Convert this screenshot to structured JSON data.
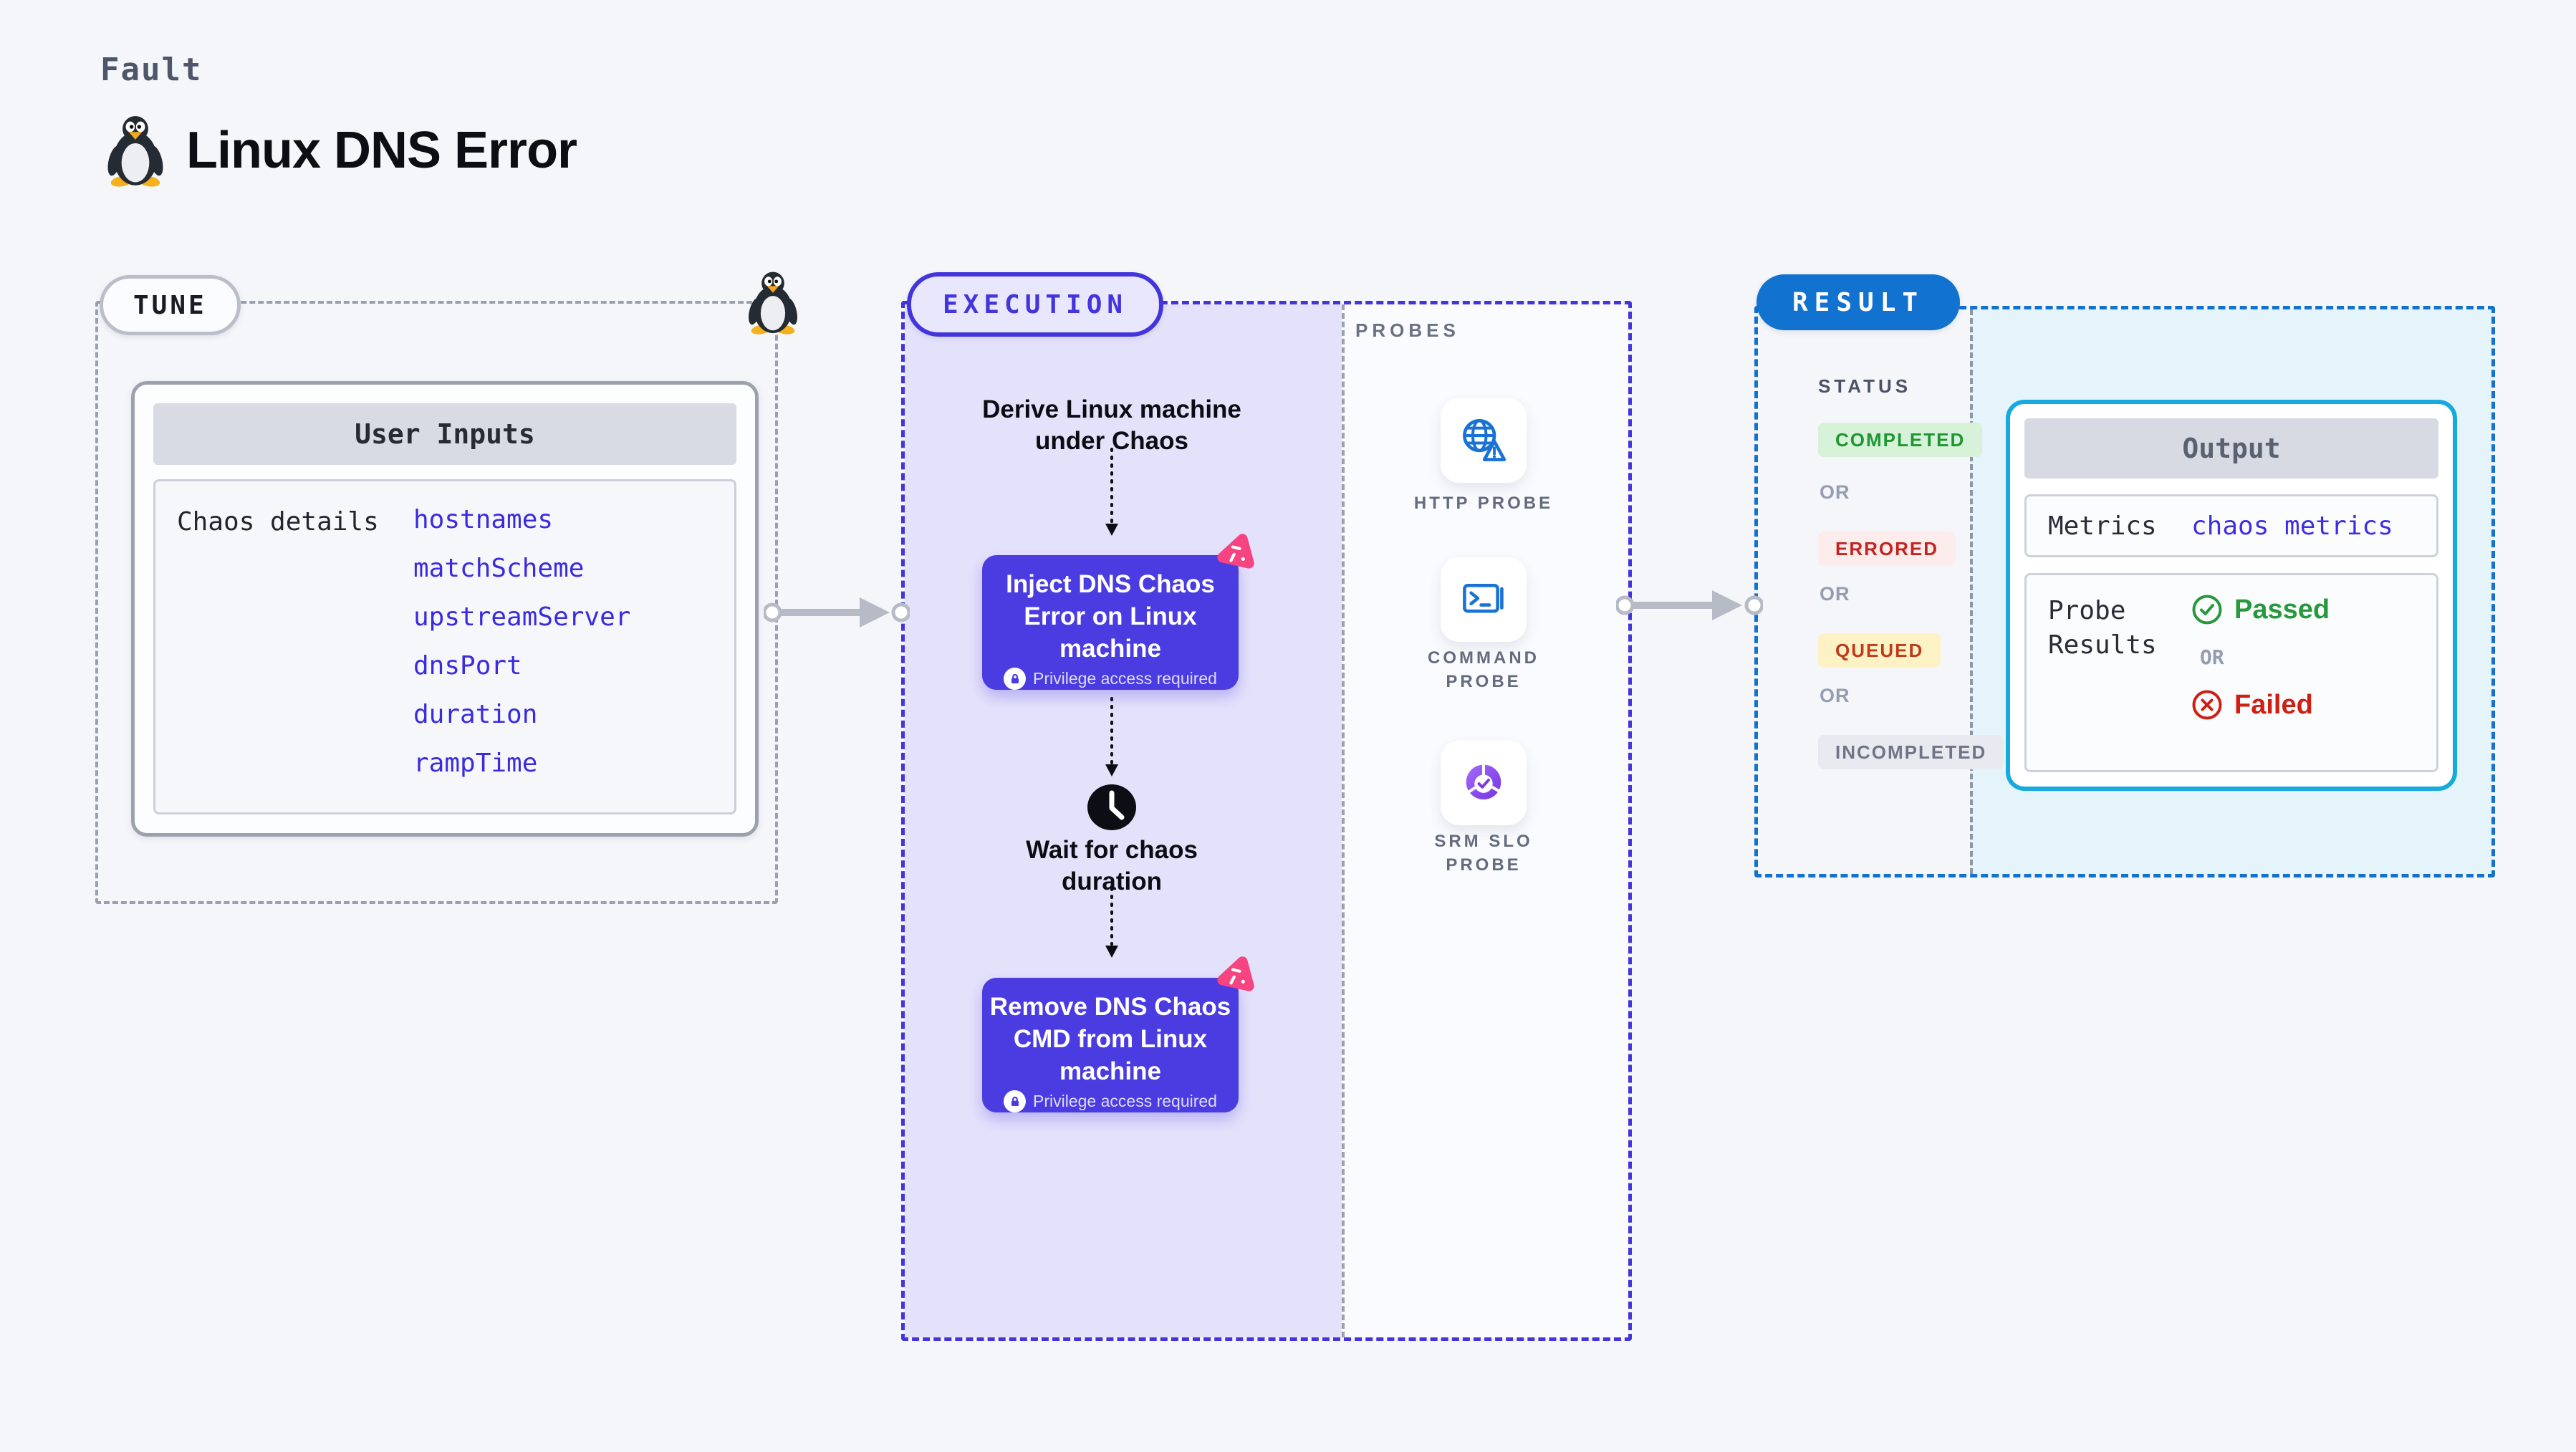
{
  "header": {
    "kicker": "Fault",
    "title": "Linux DNS Error",
    "title_icon": "tux-penguin-icon"
  },
  "tune": {
    "badge": "TUNE",
    "corner_icon": "tux-penguin-icon",
    "user_inputs": {
      "header": "User Inputs",
      "row_label": "Chaos details",
      "values": [
        "hostnames",
        "matchScheme",
        "upstreamServer",
        "dnsPort",
        "duration",
        "rampTime"
      ]
    }
  },
  "execution": {
    "badge": "EXECUTION",
    "steps": {
      "derive": "Derive Linux machine\nunder Chaos",
      "inject": "Inject DNS Chaos\nError on Linux\nmachine",
      "wait": "Wait for chaos\nduration",
      "remove": "Remove DNS Chaos\nCMD from Linux\nmachine"
    },
    "privilege_note": "Privilege access required",
    "wait_icon": "clock-icon",
    "node_corner_icon": "chaos-fault-icon",
    "node_badge_icon": "lock-icon"
  },
  "probes": {
    "heading": "PROBES",
    "items": [
      {
        "label": "HTTP PROBE",
        "icon": "globe-alert-icon"
      },
      {
        "label": "COMMAND\nPROBE",
        "icon": "terminal-icon"
      },
      {
        "label": "SRM SLO\nPROBE",
        "icon": "slo-donut-icon"
      }
    ]
  },
  "result": {
    "badge": "RESULT",
    "status_heading": "STATUS",
    "or_label": "OR",
    "statuses": [
      {
        "label": "COMPLETED",
        "type": "success"
      },
      {
        "label": "ERRORED",
        "type": "error"
      },
      {
        "label": "QUEUED",
        "type": "warning"
      },
      {
        "label": "INCOMPLETED",
        "type": "neutral"
      }
    ],
    "output": {
      "header": "Output",
      "metrics_label": "Metrics",
      "metrics_value": "chaos metrics",
      "probe_results_label": "Probe\nResults",
      "passed": "Passed",
      "or_label": "OR",
      "failed": "Failed",
      "passed_icon": "check-circle-icon",
      "failed_icon": "x-circle-icon"
    }
  },
  "colors": {
    "page_bg": "#f5f6fa",
    "execution_indigo": "#4434dc",
    "execution_bg": "#e4e2fb",
    "node_purple": "#4b3ce1",
    "chaos_pink": "#f5447f",
    "probe_blue": "#1a73d4",
    "slo_purple": "#7a3be4",
    "result_blue": "#1173cf",
    "output_border_cyan": "#17aade",
    "output_bg_cyan": "#e5f4fb",
    "input_value_blue": "#3a2be0",
    "success_green": "#27993c",
    "fail_red": "#ce1f13",
    "status_green": "#1d9732",
    "status_red": "#c32420",
    "status_orange": "#c03a1c",
    "status_grey": "#6f7587"
  }
}
